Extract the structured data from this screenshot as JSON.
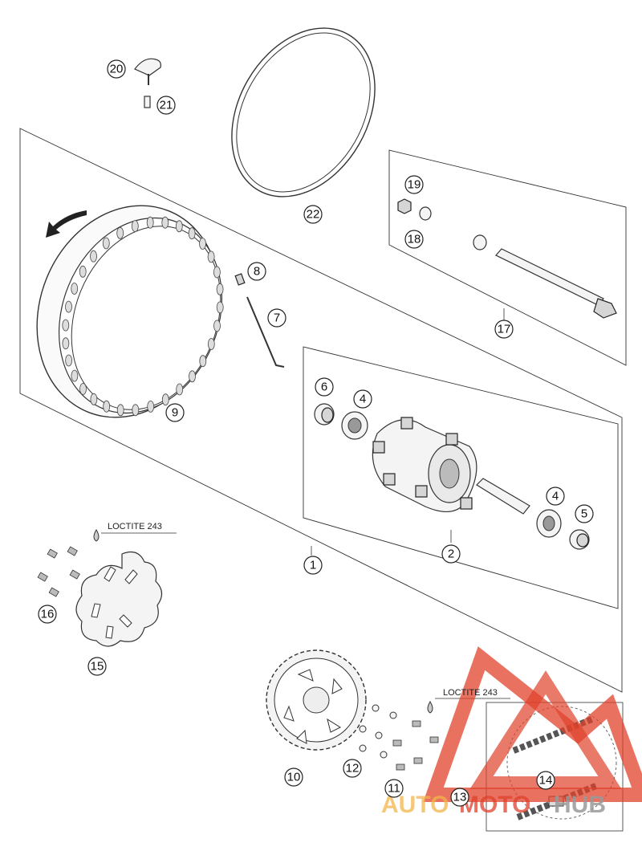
{
  "callouts": [
    "1",
    "2",
    "4",
    "4",
    "5",
    "6",
    "7",
    "8",
    "9",
    "10",
    "11",
    "12",
    "13",
    "14",
    "15",
    "16",
    "17",
    "18",
    "19",
    "20",
    "21",
    "22"
  ],
  "notes": {
    "loctite_disc": "LOCTITE 243",
    "loctite_sprocket": "LOCTITE 243"
  },
  "watermark": {
    "auto": "AUTO",
    "moto": "MOTO",
    "hub": "HUB"
  },
  "colors": {
    "watermark_red": "#e0412b",
    "watermark_orange": "#f3b54a",
    "watermark_gray": "#9a9a9a",
    "line": "#333333"
  }
}
